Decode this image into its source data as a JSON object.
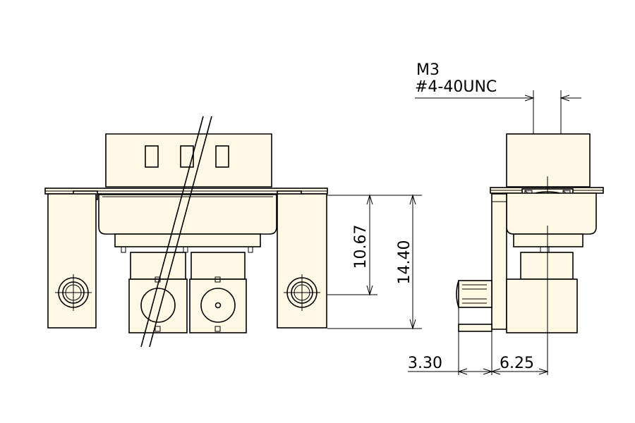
{
  "callout": {
    "line1": "M3",
    "line2": "#4-40UNC"
  },
  "dimensions": {
    "height_inner": "10.67",
    "height_outer": "14.40",
    "offset_left": "3.30",
    "offset_right": "6.25"
  }
}
